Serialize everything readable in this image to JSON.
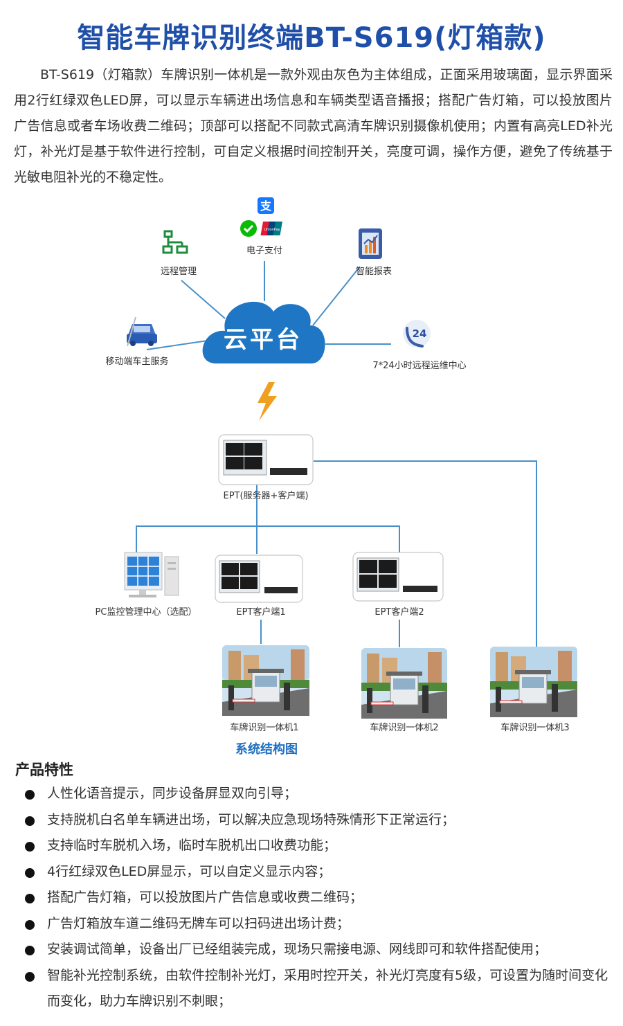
{
  "title": "智能车牌识别终端BT-S619(灯箱款)",
  "intro": "BT-S619（灯箱款）车牌识别一体机是一款外观由灰色为主体组成，正面采用玻璃面，显示界面采用2行红绿双色LED屏，可以显示车辆进出场信息和车辆类型语音播报；搭配广告灯箱，可以投放图片广告信息或者车场收费二维码；顶部可以搭配不同款式高清车牌识别摄像机使用；内置有高亮LED补光灯，补光灯是基于软件进行控制，可自定义根据时间控制开关，亮度可调，操作方便，避免了传统基于光敏电阻补光的不稳定性。",
  "diagram": {
    "cloud": "云平台",
    "nodes": {
      "remote_mgmt": "远程管理",
      "e_pay": "电子支付",
      "smart_report": "智能报表",
      "mobile_service": "移动端车主服务",
      "support_center": "7*24小时远程运维中心",
      "ept_server": "EPT(服务器+客户端)",
      "pc_monitor": "PC监控管理中心（选配）",
      "ept_client1": "EPT客户端1",
      "ept_client2": "EPT客户端2",
      "lpr1": "车牌识别一体机1",
      "lpr2": "车牌识别一体机2",
      "lpr3": "车牌识别一体机3"
    },
    "badge_24": "24",
    "unionpay": "UnionPay",
    "caption": "系统结构图"
  },
  "features_heading": "产品特性",
  "features": [
    "人性化语音提示，同步设备屏显双向引导；",
    "支持脱机白名单车辆进出场，可以解决应急现场特殊情形下正常运行；",
    "支持临时车脱机入场，临时车脱机出口收费功能；",
    "4行红绿双色LED屏显示，可以自定义显示内容；",
    "搭配广告灯箱，可以投放图片广告信息或收费二维码；",
    "广告灯箱放车道二维码无牌车可以扫码进出场计费；",
    "安装调试简单，设备出厂已经组装完成，现场只需接电源、网线即可和软件搭配使用；",
    "智能补光控制系统，由软件控制补光灯，采用时控开关，补光灯亮度有5级，可设置为随时间变化而变化，助力车牌识别不刺眼；"
  ],
  "colors": {
    "title": "#1f4fa8",
    "cloud": "#1f76c4",
    "line": "#4a90c8",
    "bolt": "#f0a020",
    "caption": "#1f6fc2"
  }
}
